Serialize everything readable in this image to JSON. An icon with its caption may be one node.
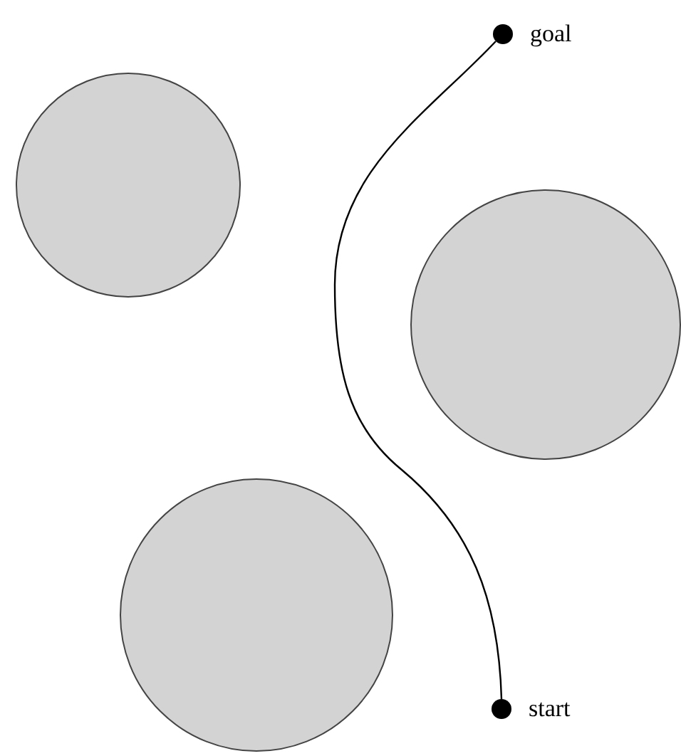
{
  "diagram": {
    "nodes": [
      {
        "text": [
          "goal"
        ]
      },
      {
        "text": [],
        "shape": "circle"
      },
      {
        "text": [],
        "shape": "circle"
      },
      {
        "text": [],
        "shape": "circle"
      },
      {
        "text": [
          "start"
        ]
      }
    ],
    "edges": [
      {
        "from": 4,
        "to": 0,
        "arrow": "none"
      }
    ]
  }
}
